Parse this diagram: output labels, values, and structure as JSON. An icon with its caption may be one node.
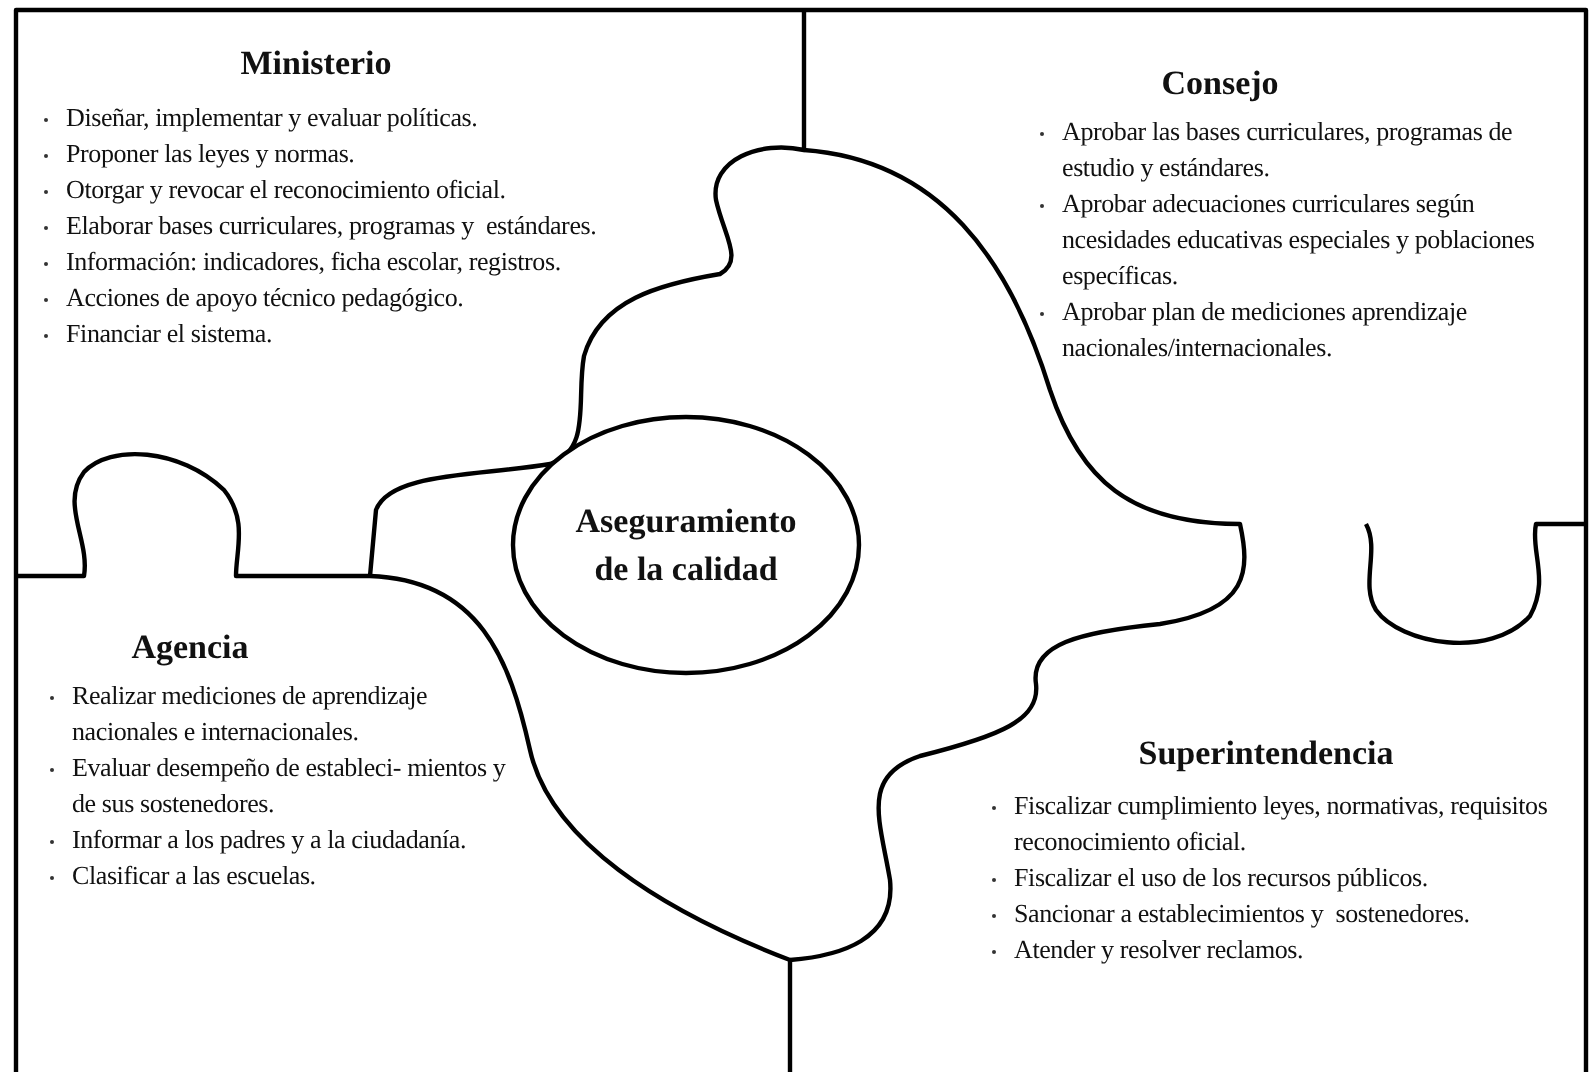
{
  "diagram": {
    "nodes": [
      {
        "text": [
          "Ministerio",
          "Diseñar, implementar y evaluar políticas.",
          "Proponer las leyes y normas.",
          "Otorgar y revocar el reconocimiento oficial.",
          "Elaborar bases curriculares, programas y  estándares.",
          "Información: indicadores, ficha escolar, registros.",
          "Acciones de apoyo técnico pedagógico.",
          "Financiar el sistema."
        ]
      },
      {
        "text": [
          "Consejo",
          "Aprobar las bases curriculares, programas de estudio y estándares.",
          "Aprobar adecuaciones curriculares según ncesidades educativas especiales y poblaciones específicas.",
          "Aprobar plan de mediciones aprendizaje nacionales/internacionales."
        ]
      },
      {
        "text": [
          "Aseguramiento de la calidad"
        ]
      },
      {
        "text": [
          "Agencia",
          "Realizar mediciones de aprendizaje nacionales e internacionales.",
          "Evaluar desempeño de estableci- mientos y de sus sostenedores.",
          "Informar a los padres y a la ciudadanía.",
          "Clasificar a las escuelas."
        ]
      },
      {
        "text": [
          "Superintendencia",
          "Fiscalizar cumplimiento leyes, normativas, requisitos reconocimiento oficial.",
          "Fiscalizar el uso de los recursos públicos.",
          "Sancionar a establecimientos y  sostenedores.",
          "Atender y resolver reclamos."
        ]
      }
    ]
  }
}
